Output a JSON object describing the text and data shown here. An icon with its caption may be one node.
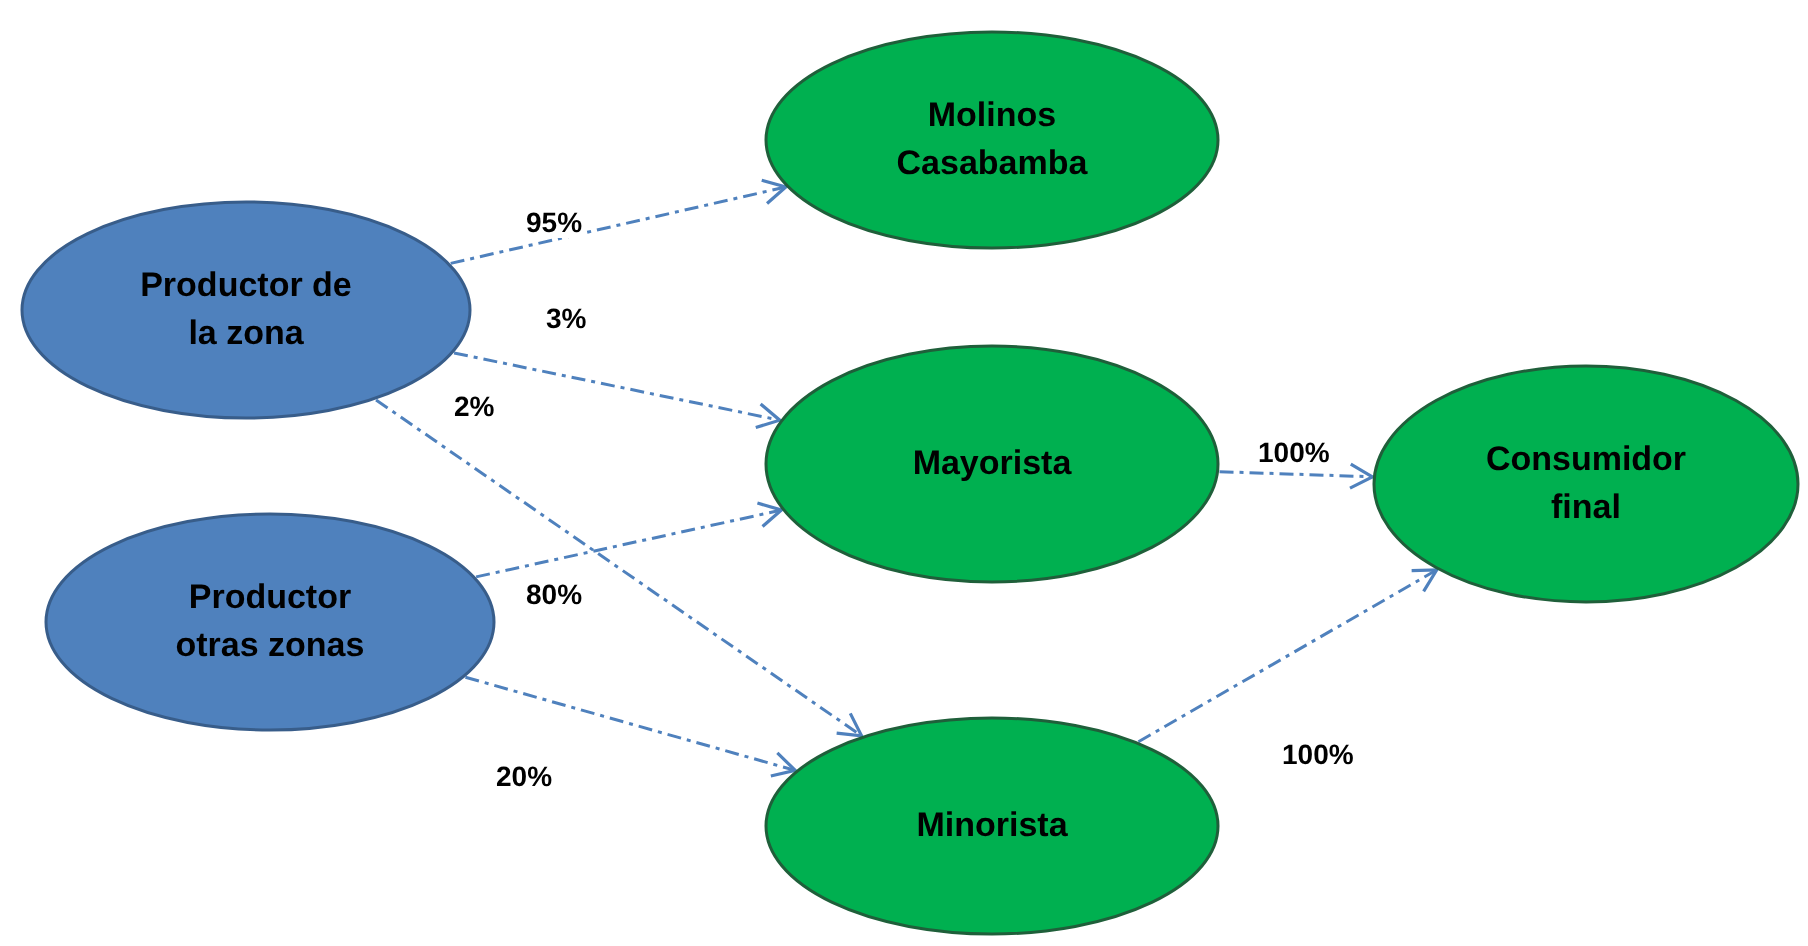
{
  "diagram": {
    "nodes": [
      {
        "text": [
          "Productor de la zona"
        ]
      },
      {
        "text": [
          "Productor otras zonas"
        ]
      },
      {
        "text": [
          "Molinos Casabamba"
        ]
      },
      {
        "text": [
          "Mayorista"
        ]
      },
      {
        "text": [
          "Minorista"
        ]
      },
      {
        "text": [
          "Consumidor final"
        ]
      }
    ],
    "edges": [
      {
        "from": 0,
        "to": 2,
        "arrow": "to",
        "label": "95%",
        "style": "dashed"
      },
      {
        "from": 0,
        "to": 3,
        "arrow": "to",
        "label": "3%",
        "style": "dashed"
      },
      {
        "from": 0,
        "to": 4,
        "arrow": "to",
        "label": "2%",
        "style": "dashed"
      },
      {
        "from": 1,
        "to": 3,
        "arrow": "to",
        "label": "80%",
        "style": "dashed"
      },
      {
        "from": 1,
        "to": 4,
        "arrow": "to",
        "label": "20%",
        "style": "dashed"
      },
      {
        "from": 3,
        "to": 5,
        "arrow": "to",
        "label": "100%",
        "style": "dashed"
      },
      {
        "from": 4,
        "to": 5,
        "arrow": "to",
        "label": "100%",
        "style": "dashed"
      }
    ]
  }
}
